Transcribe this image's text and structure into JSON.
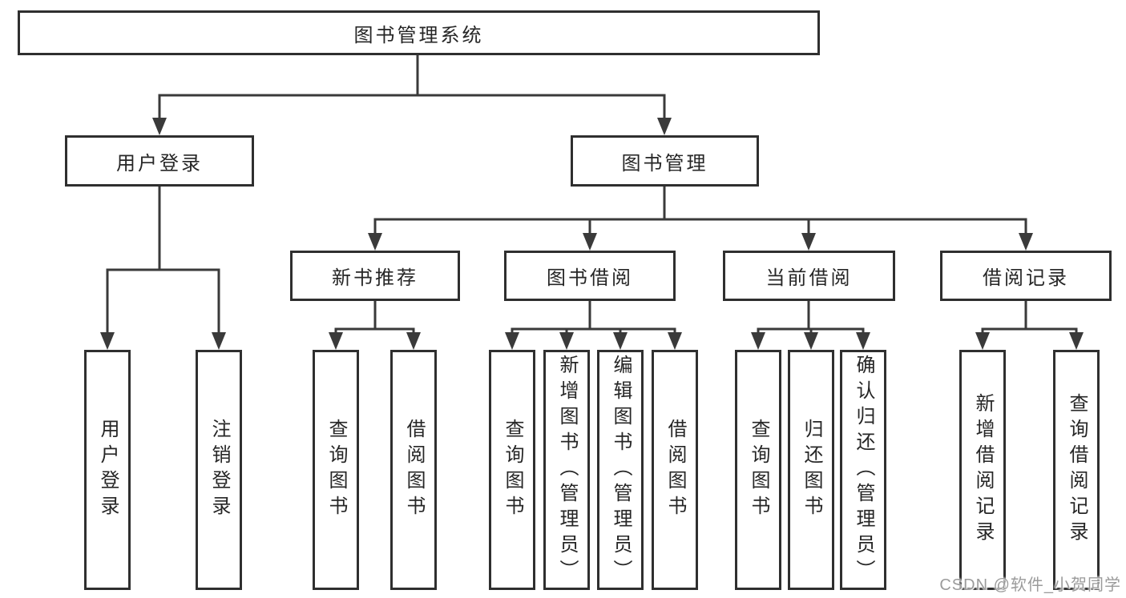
{
  "diagram": {
    "root": {
      "label": "图书管理系统"
    },
    "branches": [
      {
        "label": "用户登录",
        "children": [
          "用户登录",
          "注销登录"
        ]
      },
      {
        "label": "图书管理",
        "groups": [
          {
            "label": "新书推荐",
            "children": [
              "查询图书",
              "借阅图书"
            ]
          },
          {
            "label": "图书借阅",
            "children": [
              "查询图书",
              "新增图书（管理员）",
              "编辑图书（管理员）",
              "借阅图书"
            ]
          },
          {
            "label": "当前借阅",
            "children": [
              "查询图书",
              "归还图书",
              "确认归还（管理员）"
            ]
          },
          {
            "label": "借阅记录",
            "children": [
              "新增借阅记录",
              "查询借阅记录"
            ]
          }
        ]
      }
    ]
  },
  "watermark": {
    "text": "CSDN @软件_小贺同学"
  },
  "colors": {
    "background": "#ffffff",
    "box_fill": "#ffffff",
    "box_border": "#2f2f2f",
    "line": "#3a3a3a",
    "text": "#262626",
    "watermark": "#9b9b9b"
  }
}
